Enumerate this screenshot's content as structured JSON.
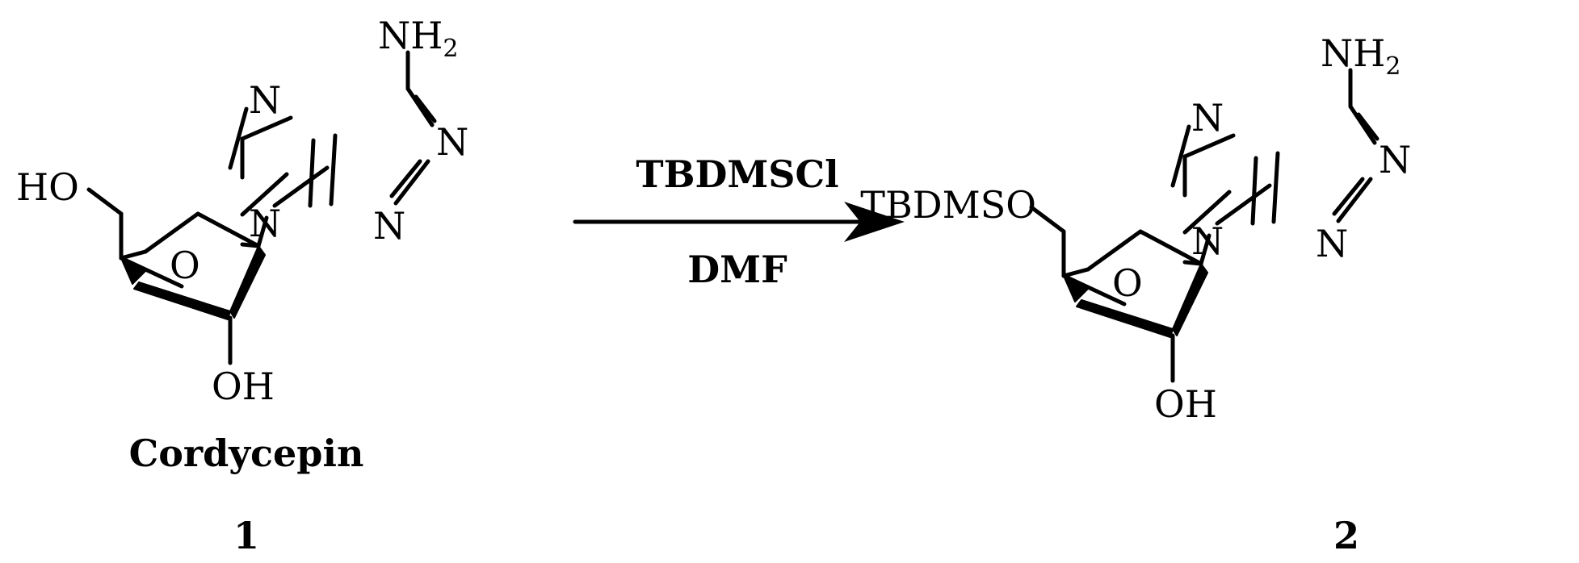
{
  "reaction": {
    "reagent": "TBDMSCl",
    "solvent": "DMF"
  },
  "compound1": {
    "name": "Cordycepin",
    "number": "1",
    "atoms": {
      "amine_n": "NH",
      "amine_sub": "2",
      "n7": "N",
      "n1": "N",
      "n3": "N",
      "n9": "N",
      "o_ring": "O",
      "ho5": "HO",
      "oh2": "OH"
    }
  },
  "compound2": {
    "number": "2",
    "atoms": {
      "amine_n": "NH",
      "amine_sub": "2",
      "n7": "N",
      "n1": "N",
      "n3": "N",
      "n9": "N",
      "o_ring": "O",
      "tbdmso5": "TBDMSO",
      "oh2": "OH"
    }
  }
}
